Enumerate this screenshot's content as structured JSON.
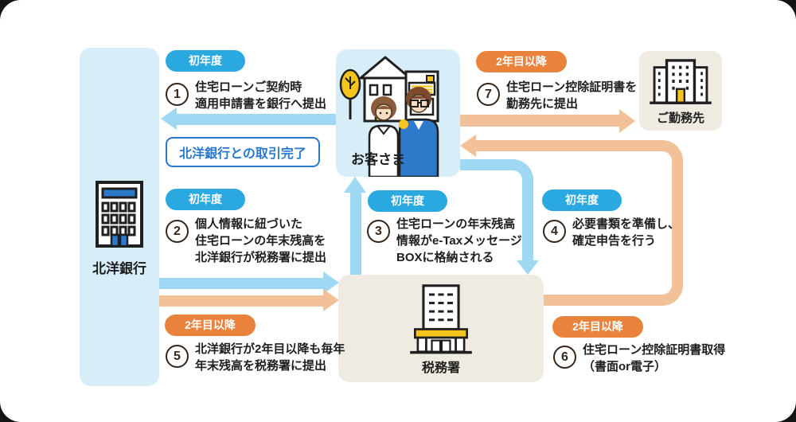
{
  "entities": {
    "bank": {
      "label": "北洋銀行"
    },
    "customer": {
      "label": "お客さま"
    },
    "workplace": {
      "label": "ご勤務先"
    },
    "tax_office": {
      "label": "税務署"
    }
  },
  "note_box": {
    "label": "北洋銀行との取引完了"
  },
  "steps": [
    {
      "num": "1",
      "badge": "初年度",
      "lines": [
        "住宅ローンご契約時",
        "適用申請書を銀行へ提出"
      ]
    },
    {
      "num": "2",
      "badge": "初年度",
      "lines": [
        "個人情報に紐づいた",
        "住宅ローンの年末残高を",
        "北洋銀行が税務署に提出"
      ]
    },
    {
      "num": "3",
      "badge": "初年度",
      "lines": [
        "住宅ローンの年末残高",
        "情報がe-Taxメッセージ",
        "BOXに格納される"
      ]
    },
    {
      "num": "4",
      "badge": "初年度",
      "lines": [
        "必要書類を準備し、",
        "確定申告を行う"
      ]
    },
    {
      "num": "5",
      "badge": "2年目以降",
      "lines": [
        "北洋銀行が2年目以降も毎年",
        "年末残高を税務署に提出"
      ]
    },
    {
      "num": "6",
      "badge": "2年目以降",
      "lines": [
        "住宅ローン控除証明書取得",
        "（書面or電子）"
      ]
    },
    {
      "num": "7",
      "badge": "2年目以降",
      "lines": [
        "住宅ローン控除証明書を",
        "勤務先に提出"
      ]
    }
  ],
  "icons": {
    "bank": "bank-building-icon",
    "customer": "house-and-couple-illustration",
    "workplace": "office-building-icon",
    "tax_office": "government-building-icon"
  },
  "colors": {
    "badge_blue": "#29a9e0",
    "badge_orange": "#e8823c",
    "arrow_blue": "#9ed8f2",
    "arrow_orange": "#f2c197",
    "panel_light_blue": "#d7eef9",
    "panel_beige": "#efebe2",
    "note_blue": "#2779cc",
    "accent_yellow": "#f5c51d",
    "building_blue": "#2e79c9",
    "text_dark": "#1e1e1e"
  }
}
